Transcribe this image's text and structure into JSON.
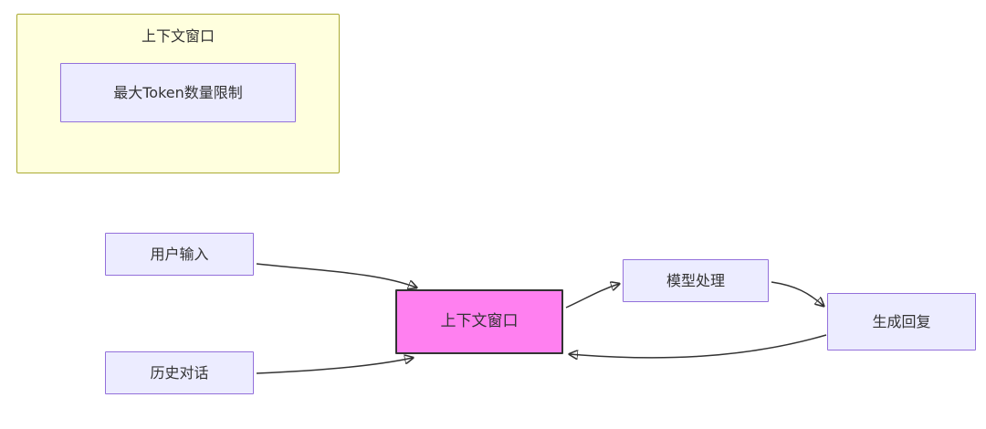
{
  "diagram": {
    "subgraph": {
      "title": "上下文窗口",
      "node": "最大Token数量限制"
    },
    "nodes": {
      "user_input": "用户输入",
      "history": "历史对话",
      "context_window": "上下文窗口",
      "model_process": "模型处理",
      "reply": "生成回复"
    },
    "edges": [
      {
        "from": "用户输入",
        "to": "上下文窗口"
      },
      {
        "from": "历史对话",
        "to": "上下文窗口"
      },
      {
        "from": "上下文窗口",
        "to": "模型处理"
      },
      {
        "from": "模型处理",
        "to": "生成回复"
      },
      {
        "from": "生成回复",
        "to": "上下文窗口"
      }
    ],
    "colors": {
      "node_fill": "#ECECFF",
      "node_border": "#9370DB",
      "subgraph_fill": "#FFFFDE",
      "subgraph_border": "#AAAA33",
      "highlight_fill": "#FF80F0",
      "highlight_border": "#333333",
      "edge_color": "#333333",
      "text_color": "#333333"
    }
  }
}
